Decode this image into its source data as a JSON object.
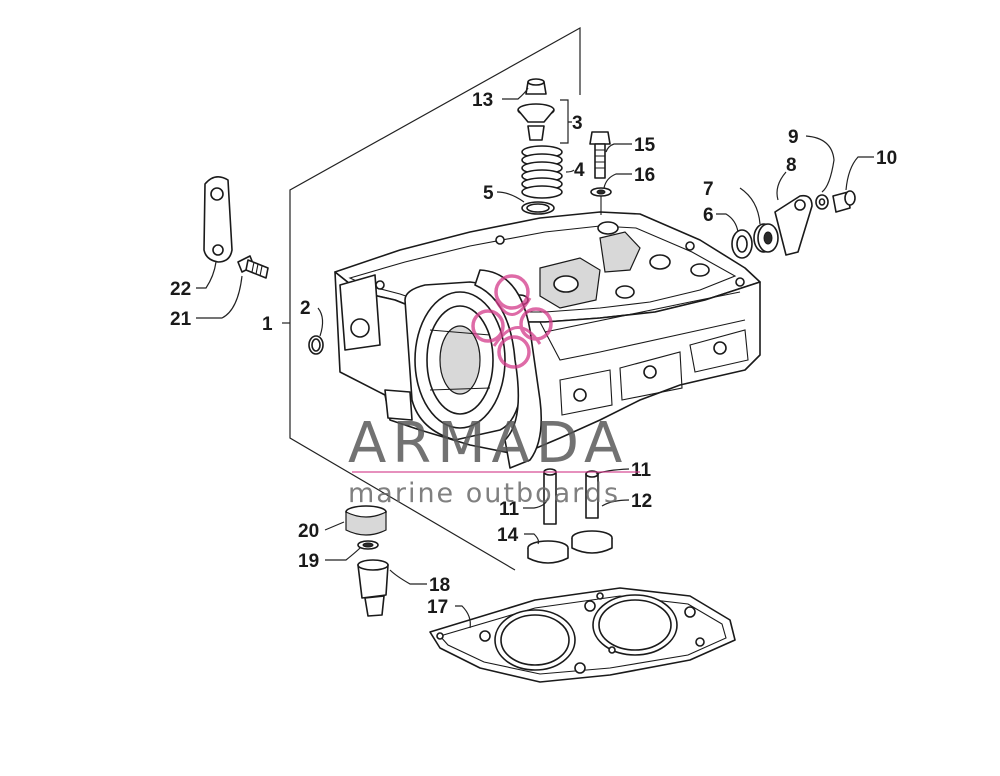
{
  "watermark": {
    "title": "ARMADA",
    "subtitle": "marine outboards",
    "logo_color": "#d43a8a",
    "line_color": "#d43a8a"
  },
  "callouts": [
    {
      "num": "1"
    },
    {
      "num": "2"
    },
    {
      "num": "3"
    },
    {
      "num": "4"
    },
    {
      "num": "5"
    },
    {
      "num": "6"
    },
    {
      "num": "7"
    },
    {
      "num": "8"
    },
    {
      "num": "9"
    },
    {
      "num": "10"
    },
    {
      "num": "11"
    },
    {
      "num": "11"
    },
    {
      "num": "12"
    },
    {
      "num": "13"
    },
    {
      "num": "14"
    },
    {
      "num": "15"
    },
    {
      "num": "16"
    },
    {
      "num": "17"
    },
    {
      "num": "18"
    },
    {
      "num": "19"
    },
    {
      "num": "20"
    },
    {
      "num": "21"
    },
    {
      "num": "22"
    }
  ]
}
